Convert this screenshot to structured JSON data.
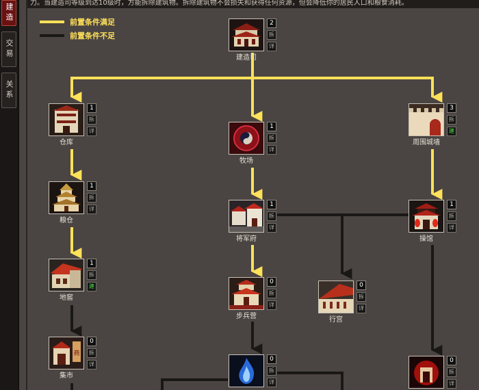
{
  "topbar": {
    "text": "力。当建造司等级到达10级时，方能拆除建筑物。拆除建筑物不会损失和获得任何资源，但会降低你的居民人口和粮食消耗。"
  },
  "sidebar": {
    "tabs": [
      {
        "label": "建造",
        "active": true
      },
      {
        "label": "交易",
        "active": false
      },
      {
        "label": "关系",
        "active": false
      }
    ]
  },
  "legend": [
    {
      "label": "前置条件满足",
      "color": "#ffe15a"
    },
    {
      "label": "前置条件不足",
      "color": "#1a1817"
    }
  ],
  "colors": {
    "satisfied": "#ffe15a",
    "unsatisfied": "#1a1817",
    "background": "#4a4542"
  },
  "nodes": [
    {
      "id": "jianzaosi",
      "name": "建造司",
      "level": "2",
      "icon": "palace-icon",
      "upgrade_glyph": ""
    },
    {
      "id": "cangku",
      "name": "仓库",
      "level": "1",
      "icon": "warehouse-icon",
      "upgrade_glyph": ""
    },
    {
      "id": "muchang",
      "name": "牧场",
      "level": "1",
      "icon": "yin-yang-icon",
      "upgrade_glyph": ""
    },
    {
      "id": "chengqiang",
      "name": "周围城墙",
      "level": "3",
      "icon": "city-wall-icon",
      "upgrade_glyph": "建"
    },
    {
      "id": "liangcang",
      "name": "粮仓",
      "level": "1",
      "icon": "granary-icon",
      "upgrade_glyph": ""
    },
    {
      "id": "jiangjunfu",
      "name": "将军府",
      "level": "1",
      "icon": "general-mansion-icon",
      "upgrade_glyph": ""
    },
    {
      "id": "caoguan",
      "name": "操馆",
      "level": "1",
      "icon": "lantern-hall-icon",
      "upgrade_glyph": ""
    },
    {
      "id": "dijiao",
      "name": "地窖",
      "level": "1",
      "icon": "cellar-icon",
      "upgrade_glyph": "建"
    },
    {
      "id": "bubingying",
      "name": "步兵营",
      "level": "0",
      "icon": "barracks-icon",
      "upgrade_glyph": ""
    },
    {
      "id": "xinggong",
      "name": "行宫",
      "level": "0",
      "icon": "palace-wing-icon",
      "upgrade_glyph": ""
    },
    {
      "id": "jishi",
      "name": "集市",
      "level": "0",
      "icon": "market-icon",
      "upgrade_glyph": ""
    },
    {
      "id": "mystic",
      "name": "",
      "level": "0",
      "icon": "blue-flame-icon",
      "upgrade_glyph": ""
    },
    {
      "id": "demon",
      "name": "",
      "level": "0",
      "icon": "demon-gate-icon",
      "upgrade_glyph": ""
    }
  ],
  "button_labels": {
    "demolish": "拆",
    "detail": "详"
  }
}
